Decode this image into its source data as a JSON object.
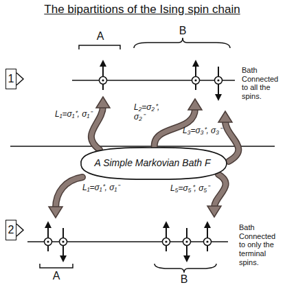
{
  "diagram": {
    "title": "The bipartitions of the Ising spin chain",
    "nodes": [
      {
        "text": [
          "1"
        ]
      },
      {
        "text": [
          "A Simple Markovian Bath F"
        ]
      },
      {
        "text": [
          "2"
        ]
      }
    ],
    "labels": [
      "A",
      "B",
      "Bath Connected to all the spins.",
      "L₁=σ₁⁺, σ₁⁻",
      "L₂=σ₂⁺, σ₂⁻",
      "L₃=σ₃⁺, σ₃⁻",
      "L₁=σ₁⁺, σ₁⁻",
      "L₅=σ₅⁺, σ₅⁻",
      "A",
      "B",
      "Bath Connected to only the terminal spins."
    ]
  }
}
